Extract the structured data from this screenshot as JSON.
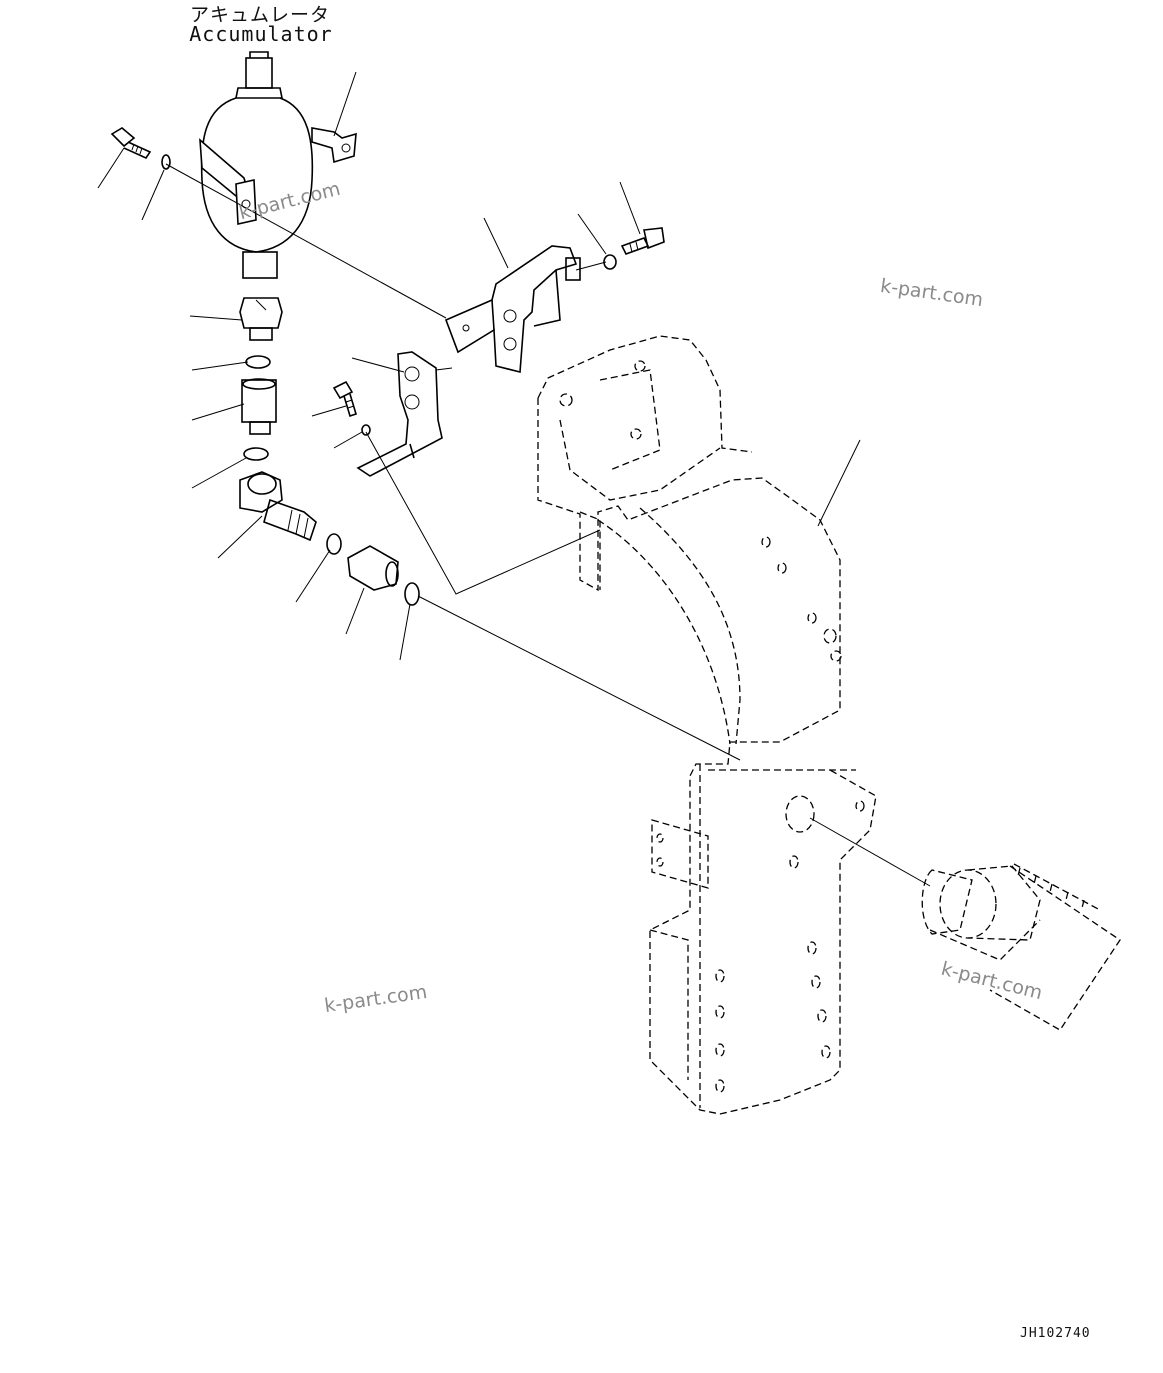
{
  "title": {
    "japanese": "アキュムレータ",
    "english": "Accumulator"
  },
  "watermarks": [
    "k-part.com",
    "k-part.com",
    "k-part.com",
    "k-part.com"
  ],
  "drawing_number": "JH102740"
}
